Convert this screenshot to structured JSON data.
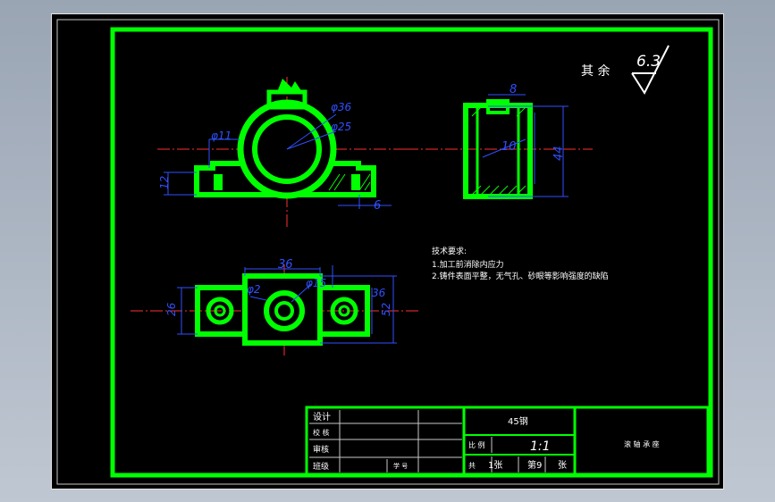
{
  "drawing": {
    "roughness_note": {
      "label": "其 余",
      "value": "6.3"
    },
    "dimensions": {
      "front_phi36": "φ36",
      "front_phi25": "φ25",
      "front_phi11": "φ11",
      "front_height": "12",
      "front_offset": "6",
      "side_width": "8",
      "side_inner": "10",
      "side_height": "44",
      "top_width": "36",
      "top_phi1": "φ2",
      "top_phi2": "φ15",
      "top_right": "36",
      "top_left": "26",
      "top_total": "52"
    },
    "tech_requirements": {
      "title": "技术要求:",
      "items": [
        "1.加工前消除内应力",
        "2.铸件表面平整，无气孔、砂眼等影响强度的缺陷"
      ]
    },
    "title_block": {
      "design_label": "设计",
      "check_label": "校 核",
      "review_label": "审核",
      "class_label": "班级",
      "id_label": "学 号",
      "material": "45钢",
      "scale_label": "比 例",
      "scale_value": "1:1",
      "sheet_total_prefix": "共",
      "sheet_total": "1张",
      "sheet_no_prefix": "第9",
      "sheet_no_suffix": "张",
      "part_name": "滚 轴 承 座"
    }
  }
}
